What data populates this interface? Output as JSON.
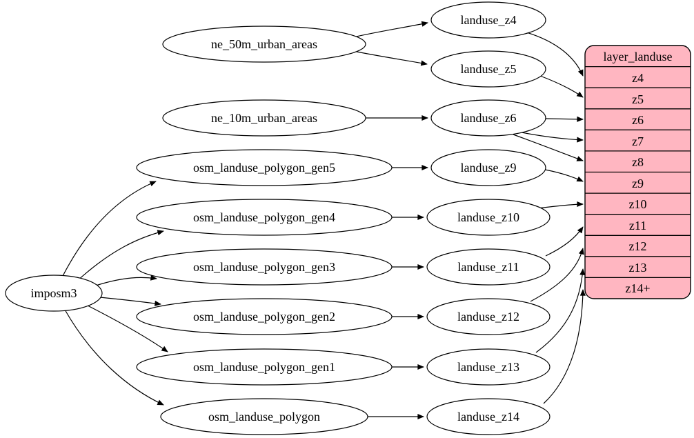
{
  "colors": {
    "background": "#ffffff",
    "node_fill": "#ffffff",
    "edge_stroke": "#000000",
    "table_fill": "#ffb6c1",
    "table_border": "#000000",
    "text": "#000000"
  },
  "nodes": {
    "imposm3": "imposm3",
    "ne_50m_urban_areas": "ne_50m_urban_areas",
    "ne_10m_urban_areas": "ne_10m_urban_areas",
    "osm_landuse_polygon_gen5": "osm_landuse_polygon_gen5",
    "osm_landuse_polygon_gen4": "osm_landuse_polygon_gen4",
    "osm_landuse_polygon_gen3": "osm_landuse_polygon_gen3",
    "osm_landuse_polygon_gen2": "osm_landuse_polygon_gen2",
    "osm_landuse_polygon_gen1": "osm_landuse_polygon_gen1",
    "osm_landuse_polygon": "osm_landuse_polygon",
    "landuse_z4": "landuse_z4",
    "landuse_z5": "landuse_z5",
    "landuse_z6": "landuse_z6",
    "landuse_z9": "landuse_z9",
    "landuse_z10": "landuse_z10",
    "landuse_z11": "landuse_z11",
    "landuse_z12": "landuse_z12",
    "landuse_z13": "landuse_z13",
    "landuse_z14": "landuse_z14"
  },
  "table": {
    "title": "layer_landuse",
    "fill": "#ffb6c1",
    "rows": [
      "z4",
      "z5",
      "z6",
      "z7",
      "z8",
      "z9",
      "z10",
      "z11",
      "z12",
      "z13",
      "z14+"
    ]
  },
  "edges": [
    {
      "from": "imposm3",
      "to": "osm_landuse_polygon_gen5"
    },
    {
      "from": "imposm3",
      "to": "osm_landuse_polygon_gen4"
    },
    {
      "from": "imposm3",
      "to": "osm_landuse_polygon_gen3"
    },
    {
      "from": "imposm3",
      "to": "osm_landuse_polygon_gen2"
    },
    {
      "from": "imposm3",
      "to": "osm_landuse_polygon_gen1"
    },
    {
      "from": "imposm3",
      "to": "osm_landuse_polygon"
    },
    {
      "from": "ne_50m_urban_areas",
      "to": "landuse_z4"
    },
    {
      "from": "ne_50m_urban_areas",
      "to": "landuse_z5"
    },
    {
      "from": "ne_10m_urban_areas",
      "to": "landuse_z6"
    },
    {
      "from": "osm_landuse_polygon_gen5",
      "to": "landuse_z9"
    },
    {
      "from": "osm_landuse_polygon_gen4",
      "to": "landuse_z10"
    },
    {
      "from": "osm_landuse_polygon_gen3",
      "to": "landuse_z11"
    },
    {
      "from": "osm_landuse_polygon_gen2",
      "to": "landuse_z12"
    },
    {
      "from": "osm_landuse_polygon_gen1",
      "to": "landuse_z13"
    },
    {
      "from": "osm_landuse_polygon",
      "to": "landuse_z14"
    },
    {
      "from": "landuse_z4",
      "to": "layer_landuse.z4"
    },
    {
      "from": "landuse_z5",
      "to": "layer_landuse.z5"
    },
    {
      "from": "landuse_z6",
      "to": "layer_landuse.z6"
    },
    {
      "from": "landuse_z6",
      "to": "layer_landuse.z7"
    },
    {
      "from": "landuse_z6",
      "to": "layer_landuse.z8"
    },
    {
      "from": "landuse_z9",
      "to": "layer_landuse.z9"
    },
    {
      "from": "landuse_z10",
      "to": "layer_landuse.z10"
    },
    {
      "from": "landuse_z11",
      "to": "layer_landuse.z11"
    },
    {
      "from": "landuse_z12",
      "to": "layer_landuse.z12"
    },
    {
      "from": "landuse_z13",
      "to": "layer_landuse.z13"
    },
    {
      "from": "landuse_z14",
      "to": "layer_landuse.z14+"
    }
  ]
}
